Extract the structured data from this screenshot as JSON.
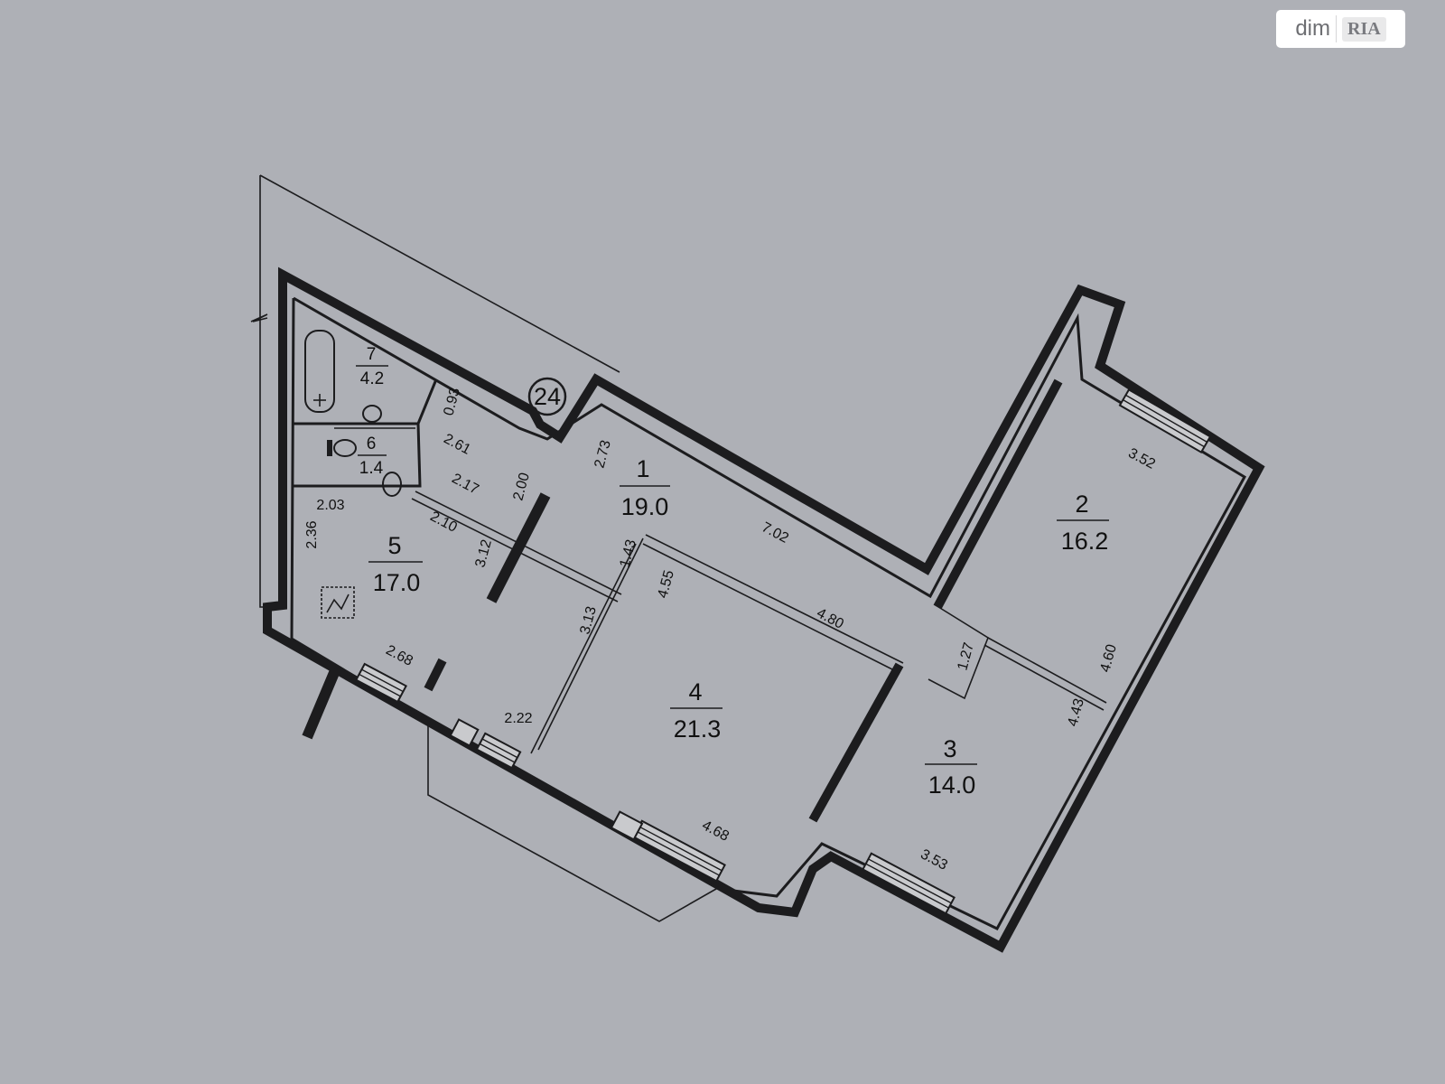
{
  "watermark": {
    "left": "dim",
    "right": "RIA"
  },
  "plan": {
    "apartment_number": "24",
    "rooms": [
      {
        "id": "1",
        "number": "1",
        "area": "19.0"
      },
      {
        "id": "2",
        "number": "2",
        "area": "16.2"
      },
      {
        "id": "3",
        "number": "3",
        "area": "14.0"
      },
      {
        "id": "4",
        "number": "4",
        "area": "21.3"
      },
      {
        "id": "5",
        "number": "5",
        "area": "17.0"
      },
      {
        "id": "6",
        "number": "6",
        "area": "1.4"
      },
      {
        "id": "7",
        "number": "7",
        "area": "4.2"
      }
    ],
    "dimensions": {
      "d_093": "0.93",
      "d_261": "2.61",
      "d_273": "2.73",
      "d_217": "2.17",
      "d_200": "2.00",
      "d_702": "7.02",
      "d_352": "3.52",
      "d_203": "2.03",
      "d_236": "2.36",
      "d_210": "2.10",
      "d_312": "3.12",
      "d_143": "1.43",
      "d_455": "4.55",
      "d_480": "4.80",
      "d_127": "1.27",
      "d_460": "4.60",
      "d_313": "3.13",
      "d_268": "2.68",
      "d_222": "2.22",
      "d_443": "4.43",
      "d_468": "4.68",
      "d_353": "3.53"
    }
  },
  "colors": {
    "paper": "#aeb0b6",
    "ink": "#1c1c1e"
  }
}
